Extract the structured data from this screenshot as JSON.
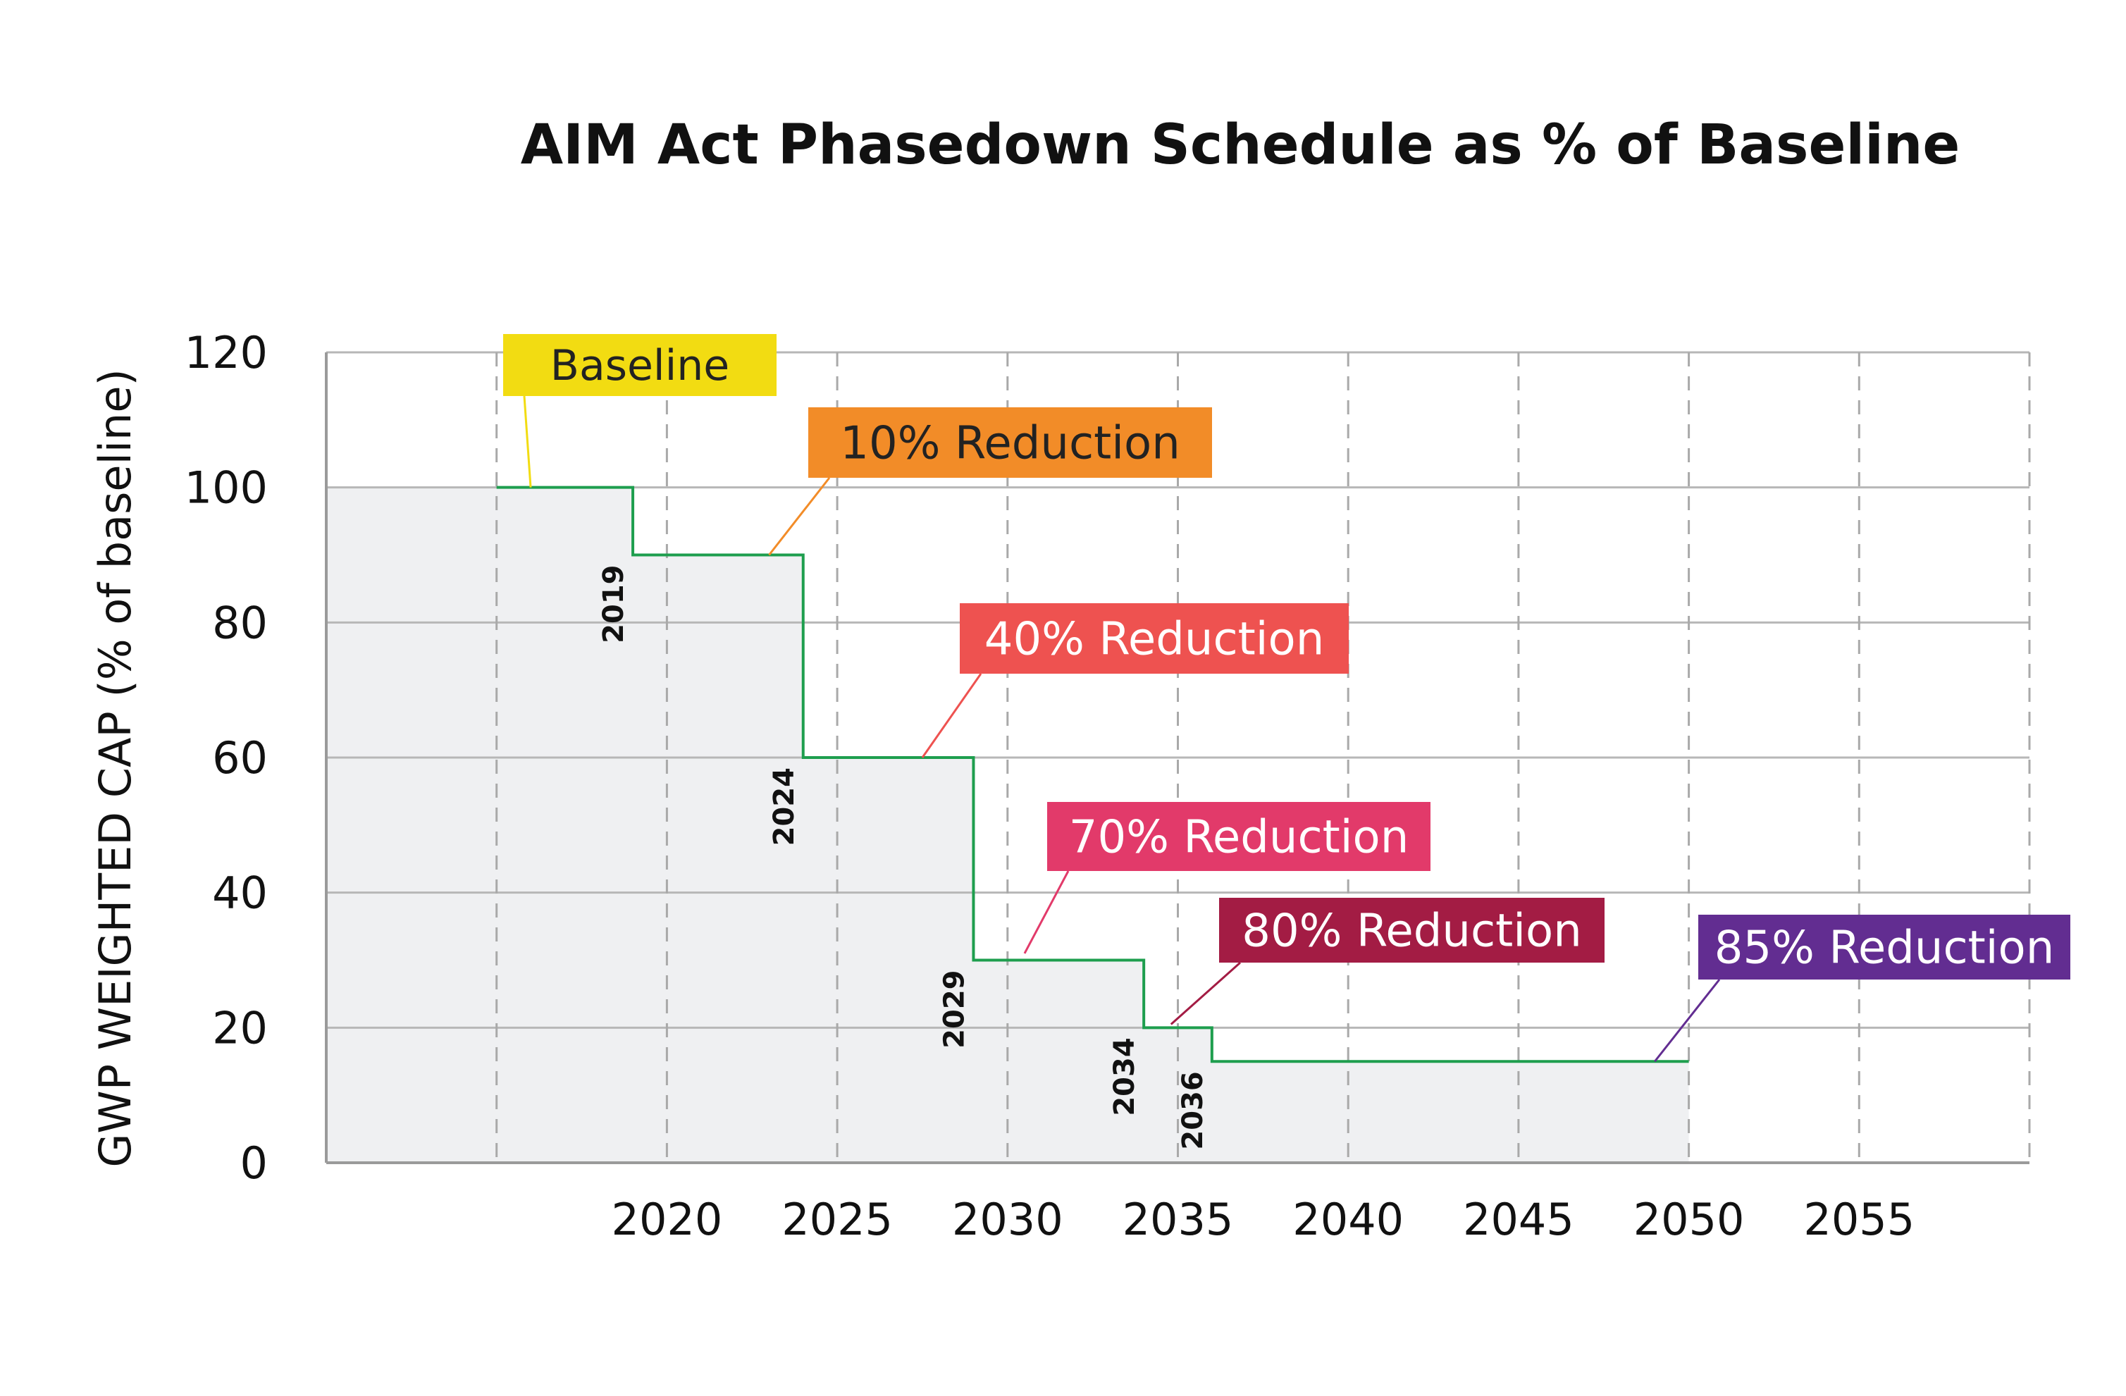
{
  "chart_data": {
    "type": "line",
    "title": "AIM Act Phasedown Schedule as % of Baseline",
    "xlabel": "",
    "ylabel": "GWP WEIGHTED CAP (% of baseline)",
    "xlim": [
      2010,
      2060
    ],
    "ylim": [
      0,
      120
    ],
    "x_ticks": [
      "2020",
      "2025",
      "2030",
      "2035",
      "2040",
      "2045",
      "2050",
      "2055"
    ],
    "y_ticks": [
      "0",
      "20",
      "40",
      "60",
      "80",
      "100",
      "120"
    ],
    "grid": true,
    "step": [
      {
        "x": 2015,
        "y": 100
      },
      {
        "x": 2019,
        "y": 90
      },
      {
        "x": 2024,
        "y": 60
      },
      {
        "x": 2029,
        "y": 30
      },
      {
        "x": 2034,
        "y": 20
      },
      {
        "x": 2036,
        "y": 15
      },
      {
        "x": 2050,
        "y": 15
      }
    ],
    "year_markers": [
      "2019",
      "2024",
      "2029",
      "2034",
      "2036"
    ],
    "annotations": [
      {
        "label": "Baseline",
        "x": 2016,
        "y": 100,
        "color": "#f2dc12",
        "text_color": "#222222"
      },
      {
        "label": "10% Reduction",
        "x": 2023,
        "y": 90,
        "color": "#f28c28",
        "text_color": "#222222"
      },
      {
        "label": "40% Reduction",
        "x": 2027.5,
        "y": 60,
        "color": "#ee5250",
        "text_color": "#ffffff"
      },
      {
        "label": "70% Reduction",
        "x": 2030.5,
        "y": 31,
        "color": "#e23a6a",
        "text_color": "#ffffff"
      },
      {
        "label": "80% Reduction",
        "x": 2034.8,
        "y": 20.5,
        "color": "#a31c44",
        "text_color": "#ffffff"
      },
      {
        "label": "85% Reduction",
        "x": 2049,
        "y": 15,
        "color": "#622d91",
        "text_color": "#ffffff"
      }
    ],
    "colors": {
      "line": "#1e9e4e",
      "area": "#eff0f2",
      "grid_solid": "#b7b7b7",
      "grid_dashed": "#a9a9a9",
      "axis": "#9a9a9a"
    }
  }
}
